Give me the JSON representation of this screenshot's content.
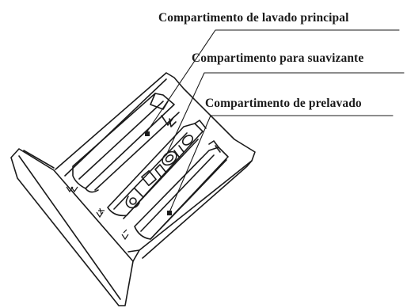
{
  "labels": {
    "main_wash": "Compartimento de lavado principal",
    "softener": "Compartimento para suavizante",
    "prewash": "Compartimento de prelavado"
  },
  "colors": {
    "line": "#1a1a1a",
    "background": "#ffffff"
  },
  "icons": {
    "main_wash_marker": "square-marker-icon",
    "prewash_marker": "square-marker-icon",
    "symbol_left": "detergent-symbol-icon",
    "symbol_center": "wash-symbol-icon",
    "symbol_bottom": "prewash-symbol-icon"
  }
}
